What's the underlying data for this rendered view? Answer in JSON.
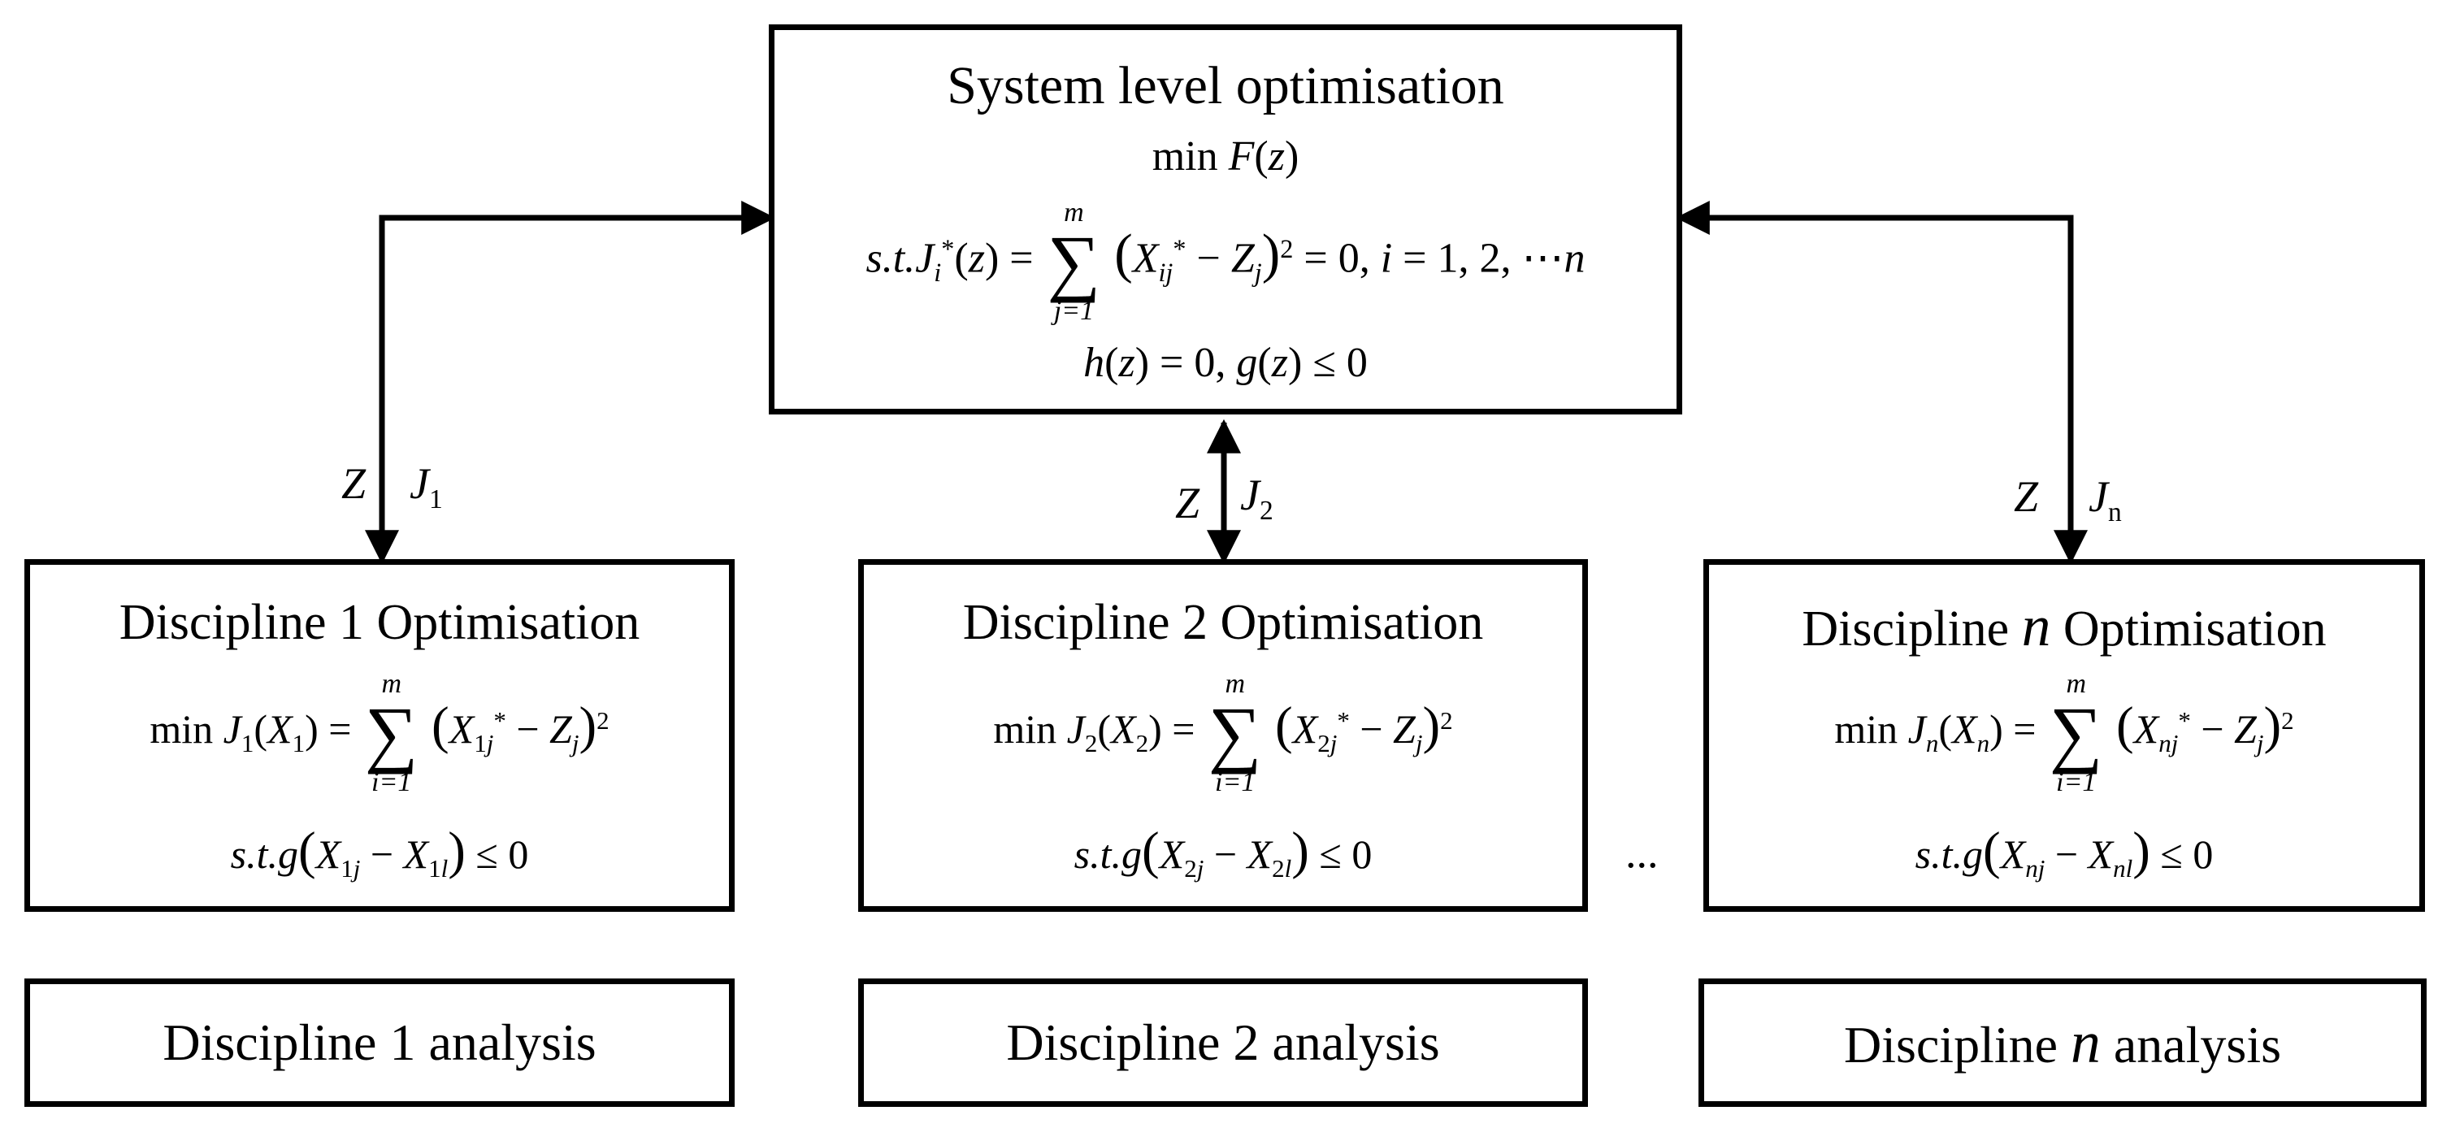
{
  "system": {
    "title": "System level optimisation",
    "objective": "min F(z)",
    "constraint": "s.t. J_i*(z) = Σ_{j=1}^{m} (X*_ij − Z_j)^2 = 0, i = 1, 2, ⋯ n",
    "constraint2": "h(z) = 0, g(z) ≤ 0"
  },
  "links": [
    {
      "down": "Z",
      "up": "J",
      "up_sub": "1"
    },
    {
      "down": "Z",
      "up": "J",
      "up_sub": "2"
    },
    {
      "down": "Z",
      "up": "J",
      "up_sub": "n"
    }
  ],
  "disciplines": [
    {
      "title_pre": "Discipline 1 Optimisation",
      "objective": "min J_1(X_1) = Σ_{i=1}^{m} (X*_1j − Z_j)^2",
      "constraint": "s.t. g(X_1j − X_1l) ≤ 0",
      "analysis": "Discipline 1 analysis"
    },
    {
      "title_pre": "Discipline 2 Optimisation",
      "objective": "min J_2(X_2) = Σ_{i=1}^{m} (X*_2j − Z_j)^2",
      "constraint": "s.t. g(X_2j − X_2l) ≤ 0",
      "analysis": "Discipline 2 analysis"
    },
    {
      "title_pre": "Discipline",
      "title_var": "n",
      "title_post": "Optimisation",
      "objective": "min J_n(X_n) = Σ_{i=1}^{m} (X*_nj − Z_j)^2",
      "constraint": "s.t. g(X_nj − X_nl) ≤ 0",
      "analysis_pre": "Discipline",
      "analysis_var": "n",
      "analysis_post": "analysis"
    }
  ],
  "ellipsis": "..."
}
